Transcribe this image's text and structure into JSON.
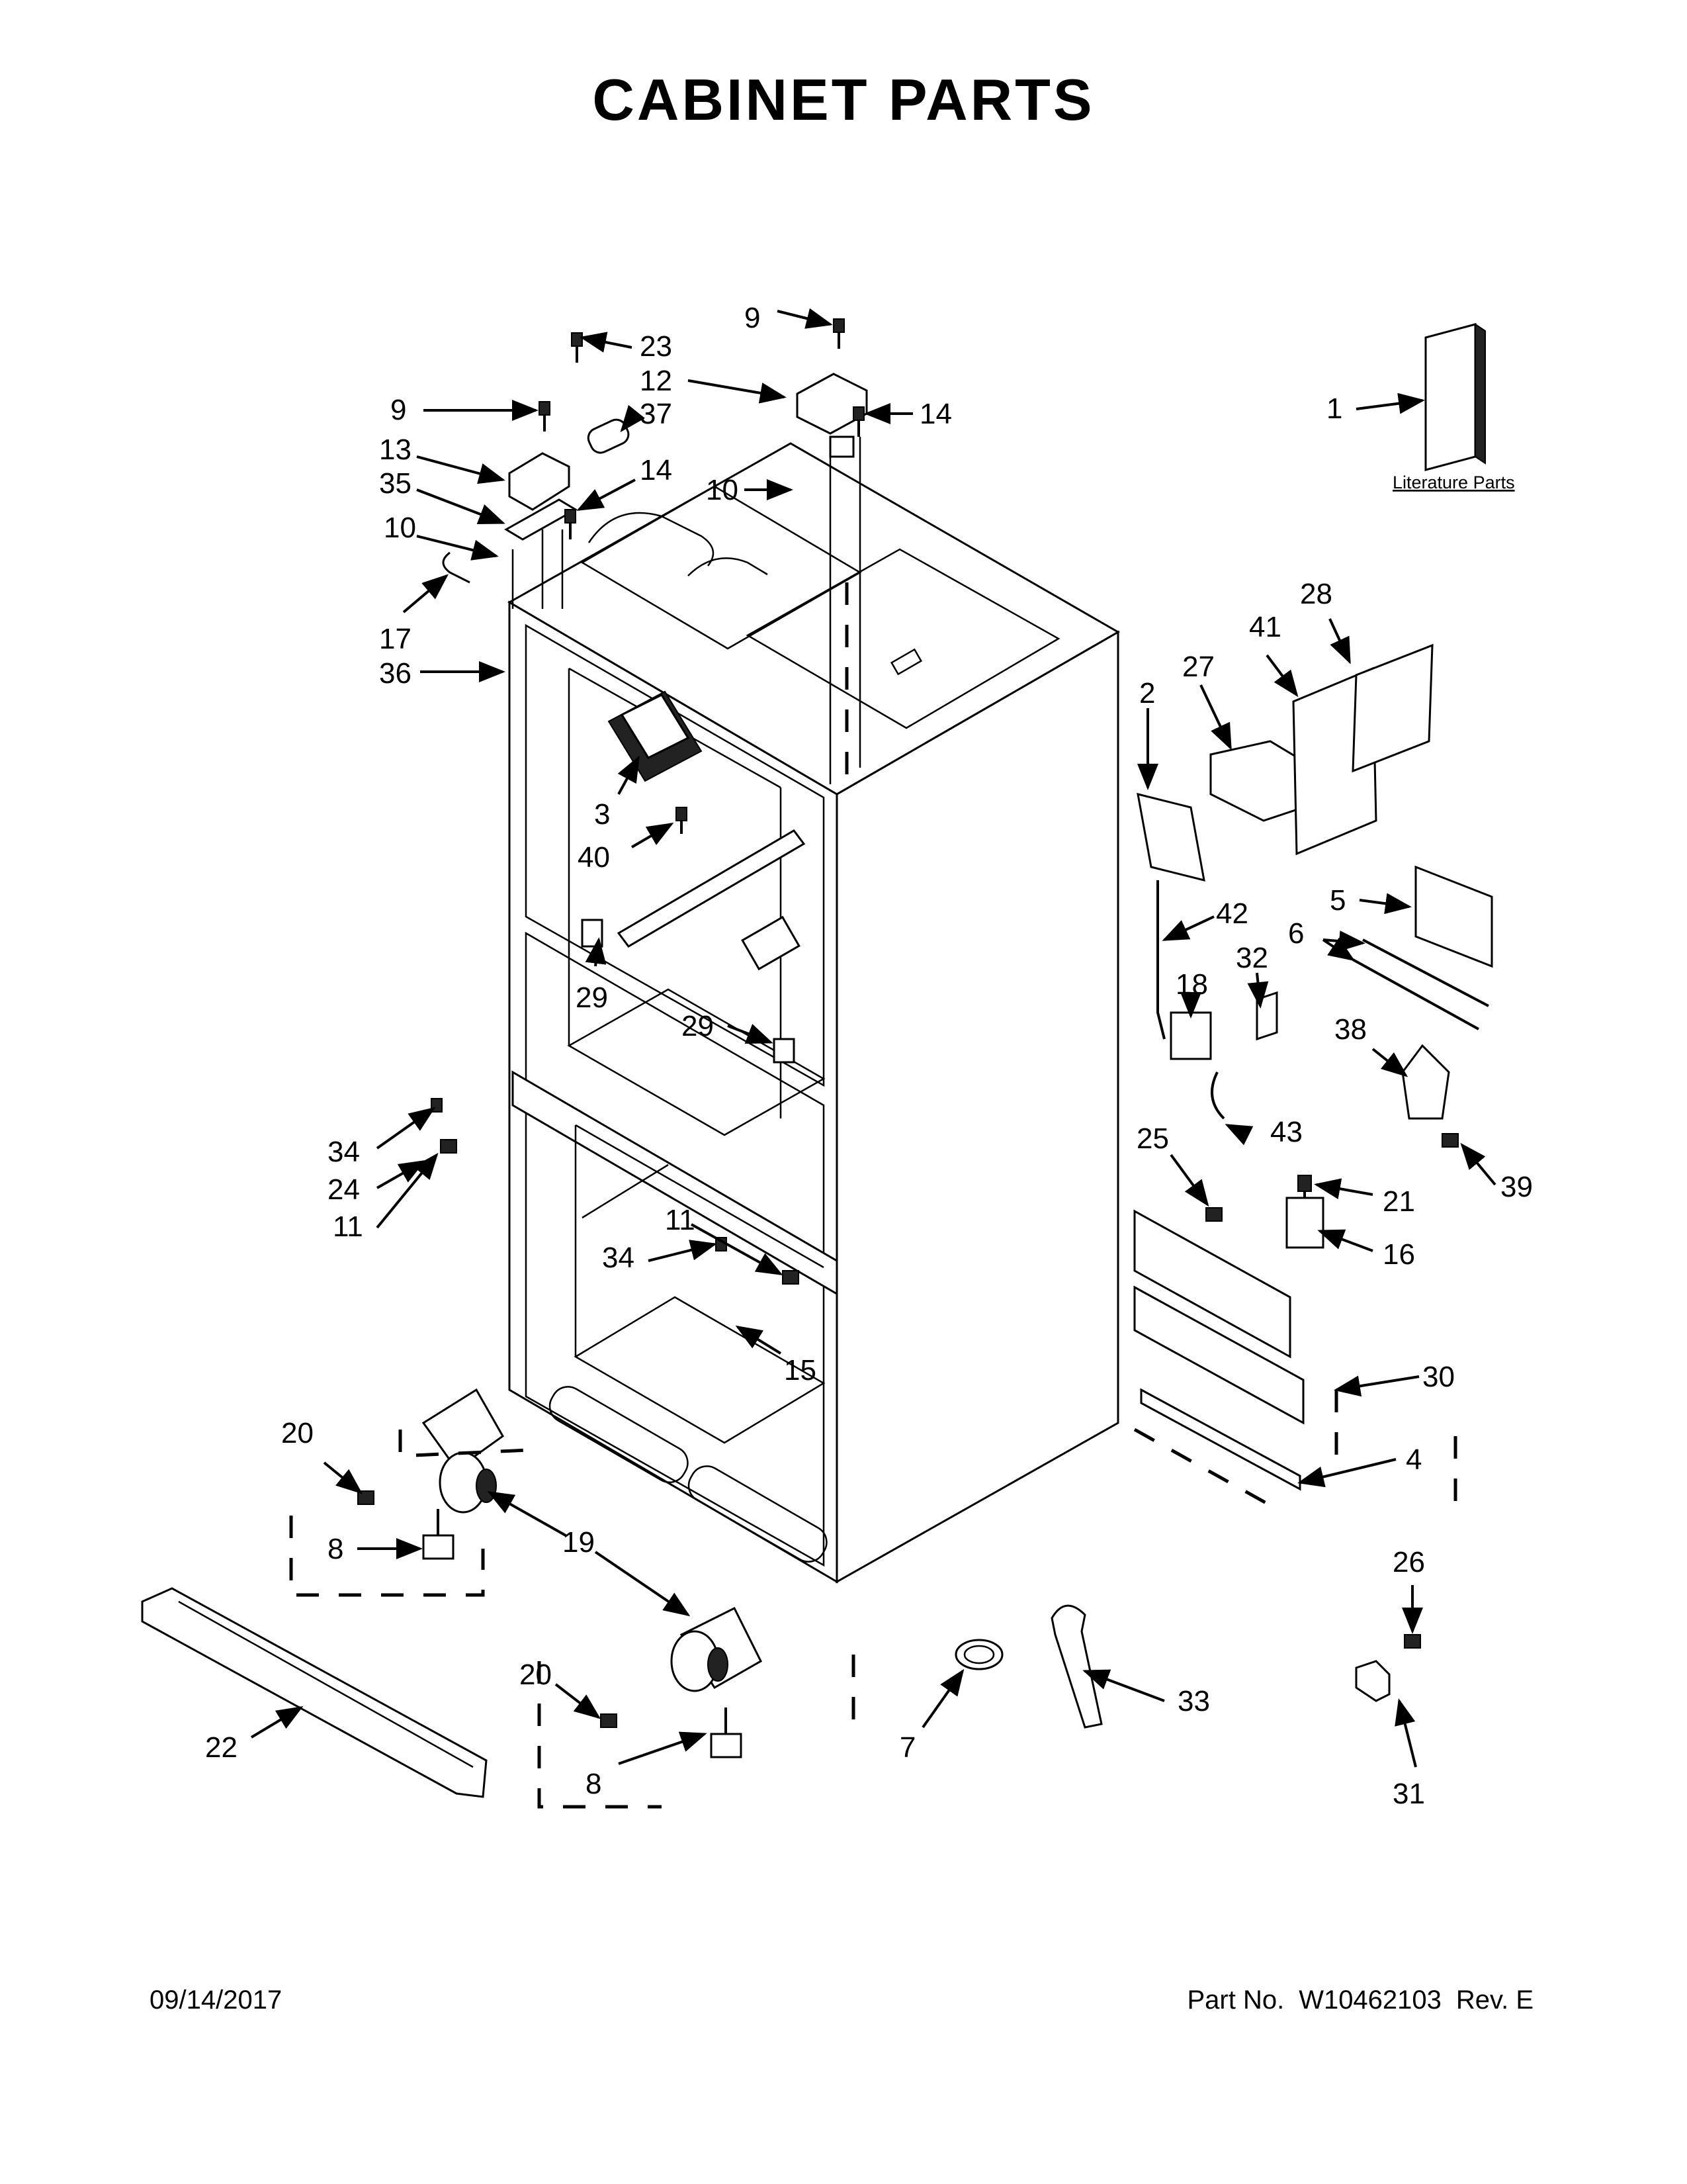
{
  "title": "CABINET PARTS",
  "literature_label": "Literature Parts",
  "footer": {
    "date": "09/14/2017",
    "part_prefix": "Part No.",
    "part_number": "W10462103",
    "revision": "Rev. E"
  },
  "callouts": [
    {
      "id": "c23",
      "label": "23"
    },
    {
      "id": "c9a",
      "label": "9"
    },
    {
      "id": "c12",
      "label": "12"
    },
    {
      "id": "c9b",
      "label": "9"
    },
    {
      "id": "c37",
      "label": "37"
    },
    {
      "id": "c14a",
      "label": "14"
    },
    {
      "id": "c13",
      "label": "13"
    },
    {
      "id": "c35",
      "label": "35"
    },
    {
      "id": "c14b",
      "label": "14"
    },
    {
      "id": "c10a",
      "label": "10"
    },
    {
      "id": "c10b",
      "label": "10"
    },
    {
      "id": "c17",
      "label": "17"
    },
    {
      "id": "c36",
      "label": "36"
    },
    {
      "id": "c1",
      "label": "1"
    },
    {
      "id": "c28",
      "label": "28"
    },
    {
      "id": "c41",
      "label": "41"
    },
    {
      "id": "c27",
      "label": "27"
    },
    {
      "id": "c2",
      "label": "2"
    },
    {
      "id": "c3",
      "label": "3"
    },
    {
      "id": "c40",
      "label": "40"
    },
    {
      "id": "c5",
      "label": "5"
    },
    {
      "id": "c42",
      "label": "42"
    },
    {
      "id": "c6",
      "label": "6"
    },
    {
      "id": "c32",
      "label": "32"
    },
    {
      "id": "c18",
      "label": "18"
    },
    {
      "id": "c29a",
      "label": "29"
    },
    {
      "id": "c38",
      "label": "38"
    },
    {
      "id": "c29b",
      "label": "29"
    },
    {
      "id": "c34a",
      "label": "34"
    },
    {
      "id": "c24",
      "label": "24"
    },
    {
      "id": "c43",
      "label": "43"
    },
    {
      "id": "c39",
      "label": "39"
    },
    {
      "id": "c25",
      "label": "25"
    },
    {
      "id": "c11a",
      "label": "11"
    },
    {
      "id": "c21",
      "label": "21"
    },
    {
      "id": "c11b",
      "label": "11"
    },
    {
      "id": "c16",
      "label": "16"
    },
    {
      "id": "c34b",
      "label": "34"
    },
    {
      "id": "c15",
      "label": "15"
    },
    {
      "id": "c30",
      "label": "30"
    },
    {
      "id": "c20a",
      "label": "20"
    },
    {
      "id": "c4",
      "label": "4"
    },
    {
      "id": "c19",
      "label": "19"
    },
    {
      "id": "c8a",
      "label": "8"
    },
    {
      "id": "c26",
      "label": "26"
    },
    {
      "id": "c20b",
      "label": "20"
    },
    {
      "id": "c33",
      "label": "33"
    },
    {
      "id": "c22",
      "label": "22"
    },
    {
      "id": "c7",
      "label": "7"
    },
    {
      "id": "c8b",
      "label": "8"
    },
    {
      "id": "c31",
      "label": "31"
    }
  ]
}
